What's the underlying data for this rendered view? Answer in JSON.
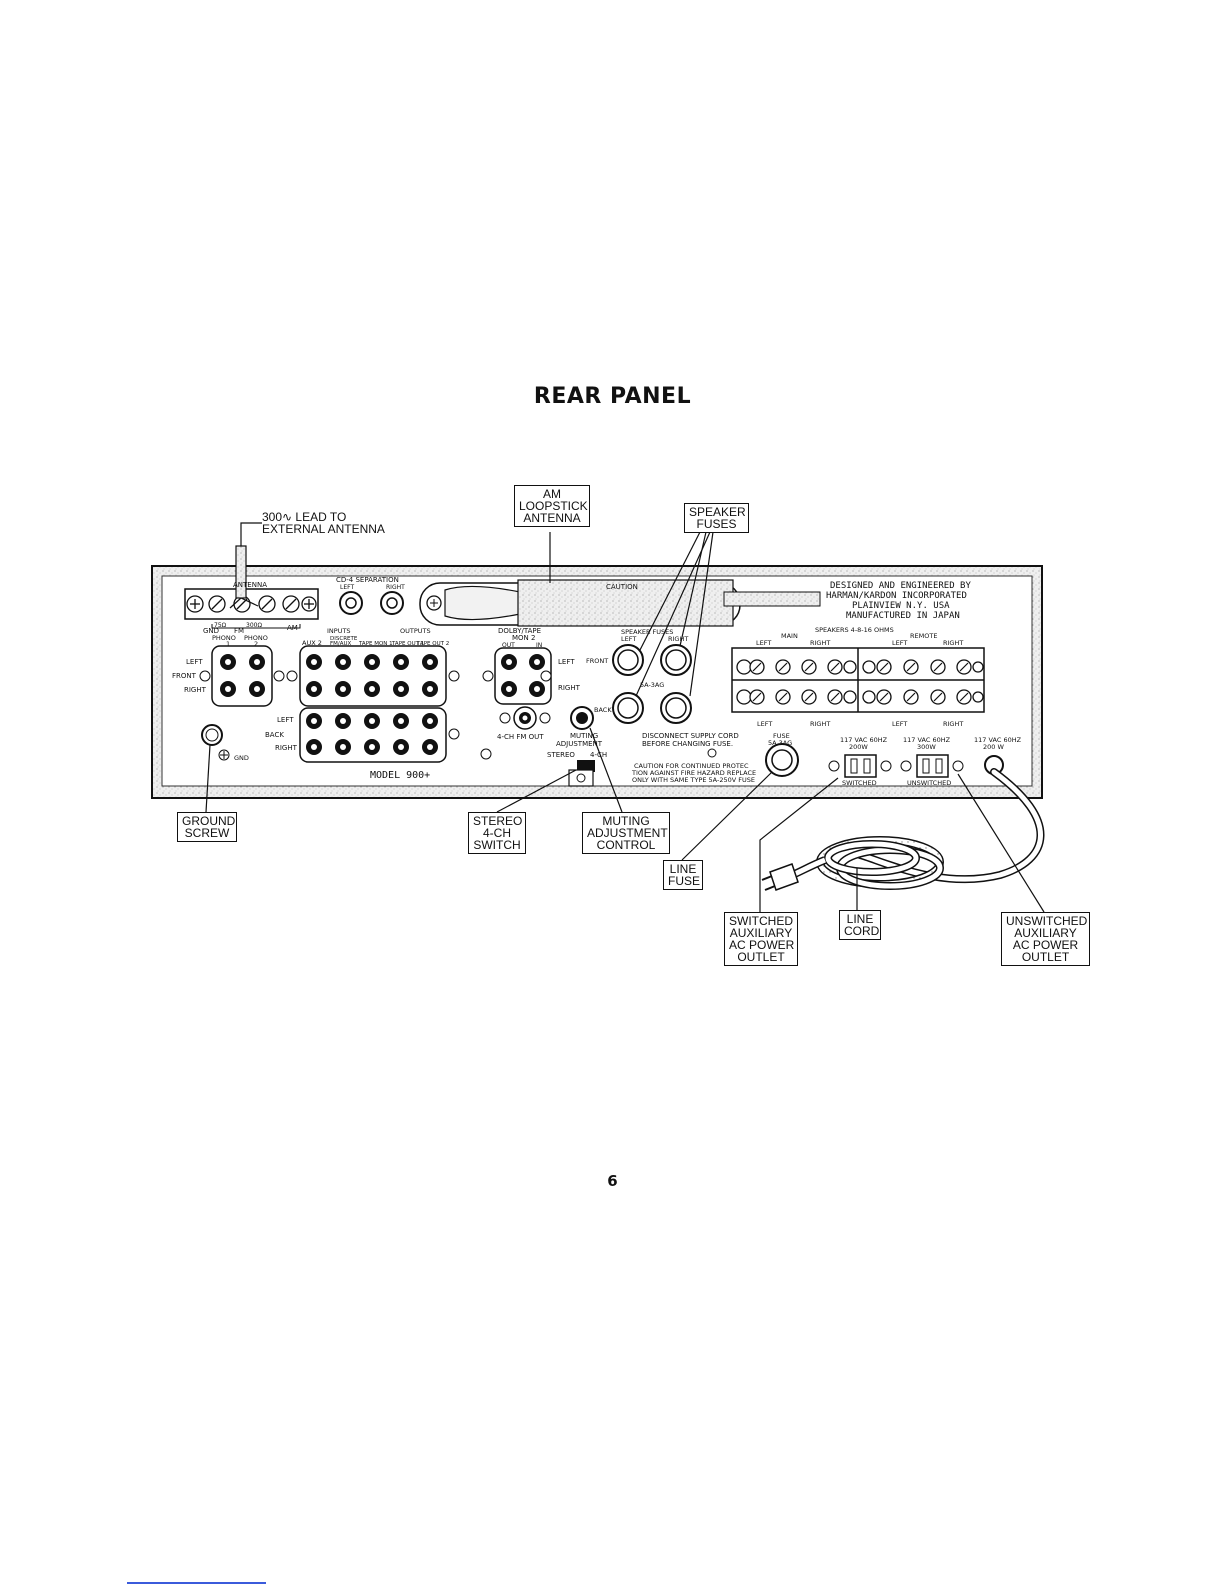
{
  "page": {
    "title": "REAR PANEL",
    "page_number": "6"
  },
  "callouts": {
    "am_loopstick": "AM\nLOOPSTICK\nANTENNA",
    "speaker_fuses": "SPEAKER\nFUSES",
    "ground_screw": "GROUND\nSCREW",
    "stereo_switch": "STEREO\n4-CH\nSWITCH",
    "muting_control": "MUTING\nADJUSTMENT\nCONTROL",
    "line_fuse": "LINE\nFUSE",
    "switched_outlet": "SWITCHED\nAUXILIARY\nAC POWER\nOUTLET",
    "line_cord": "LINE\nCORD",
    "unswitched_outlet": "UNSWITCHED\nAUXILIARY\nAC POWER\nOUTLET"
  },
  "lead_note": {
    "line1": "300∿ LEAD TO",
    "line2": "EXTERNAL  ANTENNA"
  },
  "panel": {
    "antenna": "ANTENNA",
    "ohm75": "75Ω",
    "ohm300": "300Ω",
    "gnd": "GND",
    "fm": "FM",
    "am": "AM",
    "cd4": "CD-4  SEPARATION",
    "cd4_left": "LEFT",
    "cd4_right": "RIGHT",
    "caution_top": "CAUTION",
    "designed1": "DESIGNED AND ENGINEERED BY",
    "designed2": "HARMAN/KARDON  INCORPORATED",
    "designed3": "PLAINVIEW  N.Y. USA",
    "designed4": "MANUFACTURED  IN JAPAN",
    "phono": "PHONO",
    "phono_1": "1",
    "phono_2": "2",
    "inputs": "INPUTS",
    "outputs": "OUTPUTS",
    "aux2": "AUX 2",
    "discrete": "DISCRETE",
    "fm_aux": "FM/AUX",
    "tape_mon1": "TAPE MON 1",
    "tape_out1": "TAPE OUT 1",
    "tape_out2": "TAPE OUT 2",
    "dolby_tape": "DOLBY/TAPE",
    "mon2": "MON 2",
    "out": "OUT",
    "in": "IN",
    "left": "LEFT",
    "front": "FRONT",
    "right": "RIGHT",
    "back": "BACK",
    "speaker_fuses_label": "SPEAKER  FUSES",
    "fuse_rating": "5A-3AG",
    "speakers_ohms": "SPEAKERS 4-8-16 OHMS",
    "main": "MAIN",
    "remote": "REMOTE",
    "fm_out": "4-CH FM OUT",
    "muting": "MUTING",
    "adjustment": "ADJUSTMENT",
    "stereo": "STEREO",
    "four_ch": "4-CH",
    "model": "MODEL  900+",
    "disconnect1": "DISCONNECT SUPPLY CORD",
    "disconnect2": "BEFORE CHANGING FUSE.",
    "fuse": "FUSE",
    "fuse_5a": "5A 3AG",
    "caution1": "CAUTION  FOR CONTINUED PROTEC",
    "caution2": "TION AGAINST FIRE HAZARD REPLACE",
    "caution3": "ONLY WITH SAME TYPE 5A-250V FUSE",
    "vac1": "117 VAC 60HZ",
    "w1": "200W",
    "vac2": "117 VAC 60HZ",
    "w2": "300W",
    "vac3": "117 VAC 60HZ",
    "w3": "200 W",
    "switched": "SWITCHED",
    "unswitched": "UNSWITCHED",
    "fuse_cap": "FUSE"
  }
}
